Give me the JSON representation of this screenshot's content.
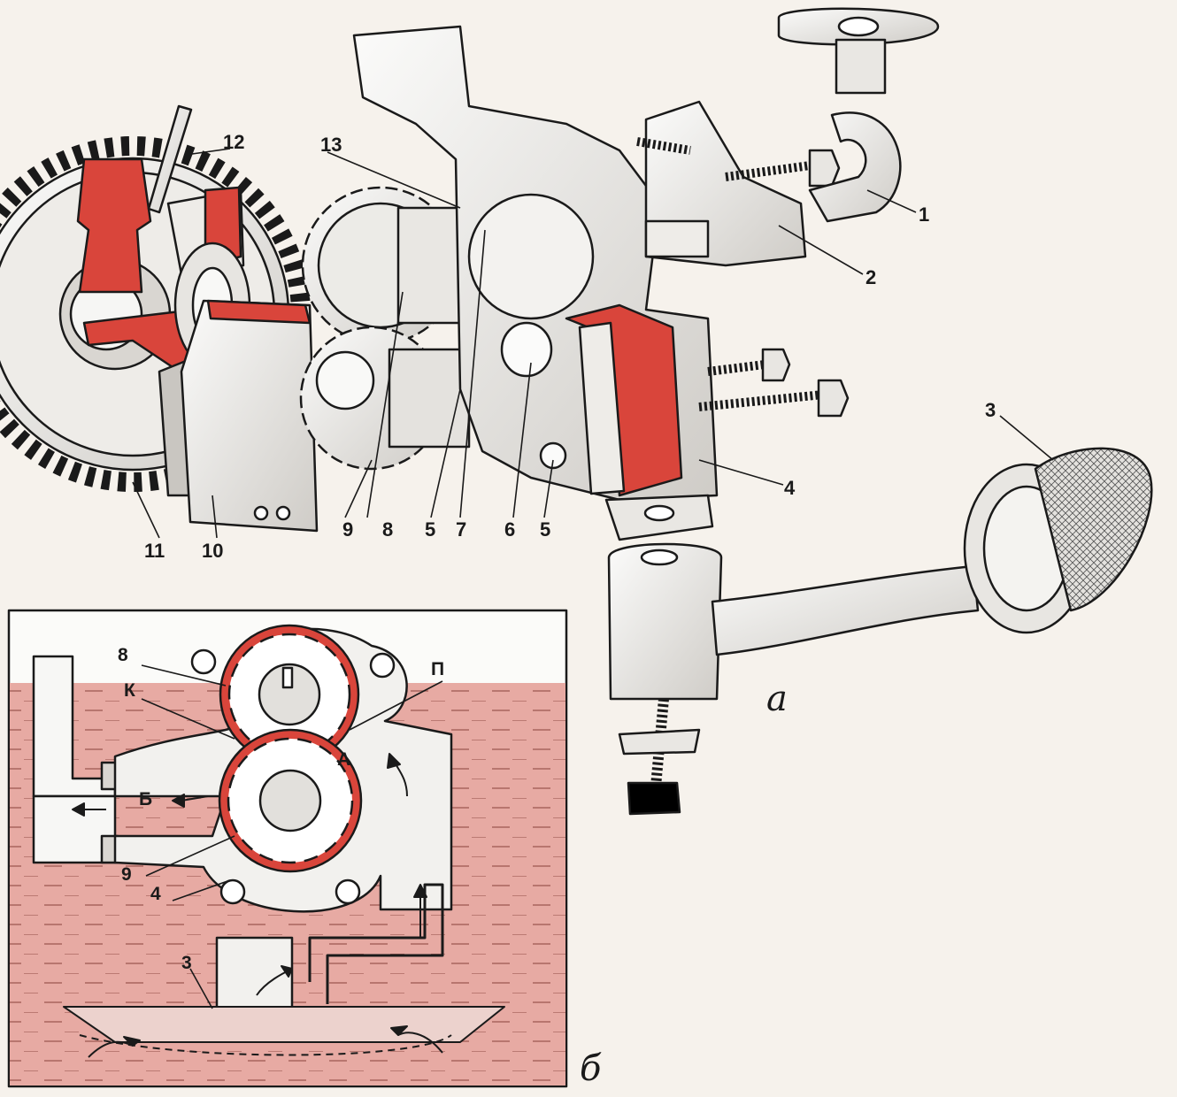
{
  "figure_a": {
    "panel_letter": "а",
    "callouts": [
      "1",
      "2",
      "3",
      "4",
      "5",
      "5",
      "6",
      "7",
      "8",
      "9",
      "10",
      "11",
      "12",
      "13"
    ]
  },
  "figure_b": {
    "panel_letter": "б",
    "callouts": [
      "8",
      "К",
      "П",
      "А",
      "Б",
      "9",
      "4",
      "3"
    ]
  },
  "colors": {
    "cutaway_red": "#d9453b",
    "oil_fill": "#e7aaa3",
    "metal": "#e8e6e2",
    "outline": "#1a1a1a",
    "paper": "#f6f2ec"
  }
}
